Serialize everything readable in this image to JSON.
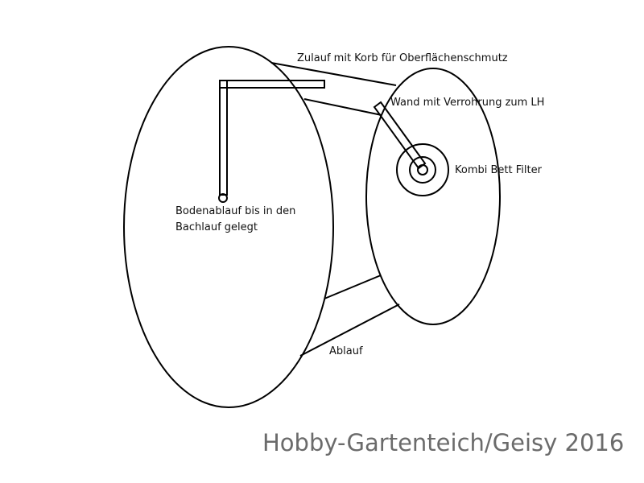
{
  "diagram": {
    "labels": {
      "zulauf": "Zulauf mit Korb für Oberflächenschmutz",
      "wand": "Wand mit Verrohrung zum LH",
      "filter": "Kombi Bett Filter",
      "bodenablauf_line1": "Bodenablauf bis in den",
      "bodenablauf_line2": "Bachlauf gelegt",
      "ablauf": "Ablauf"
    },
    "watermark": "Hobby-Gartenteich/Geisy 2016",
    "colors": {
      "stroke": "#000000",
      "text": "#111111",
      "watermark": "#6b6b6b",
      "background": "#ffffff"
    }
  }
}
